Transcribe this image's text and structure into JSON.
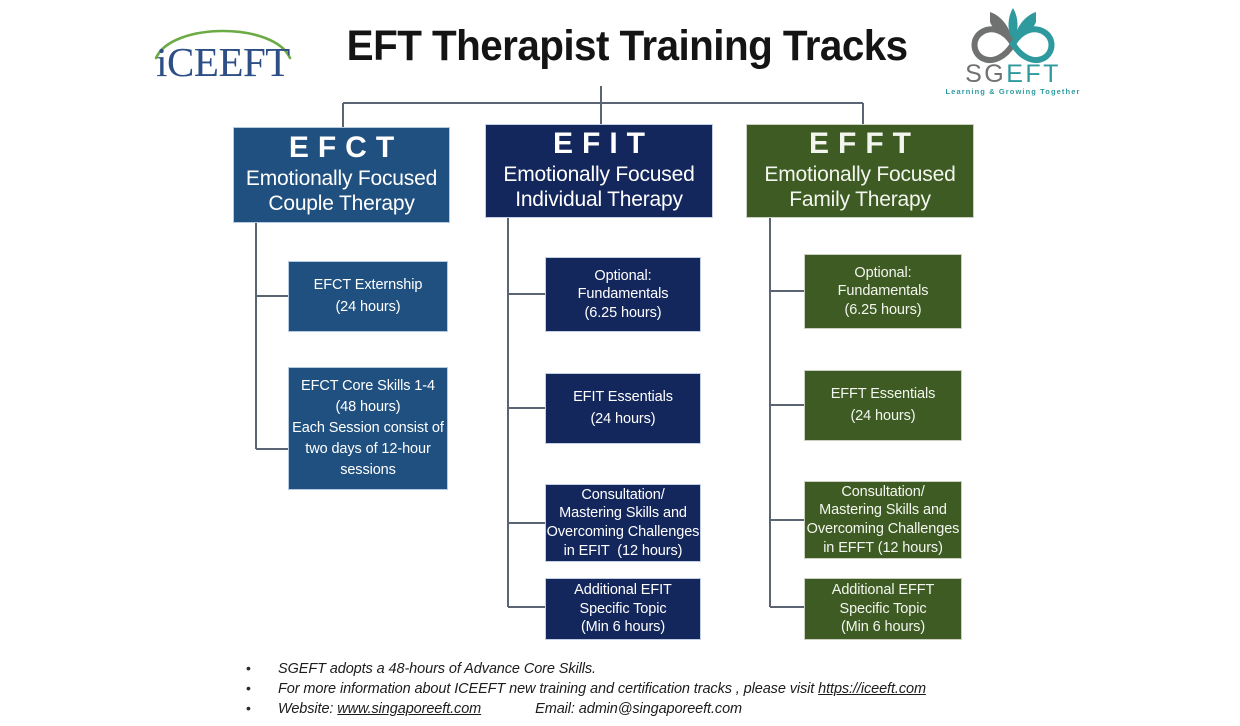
{
  "header": {
    "title": "EFT Therapist Training Tracks",
    "iceeft_logo": {
      "wordmark": "iCEEFT",
      "arc_color": "#6cab44",
      "text_color": "#2d4f86"
    },
    "sgeft_logo": {
      "word_sg": "SG",
      "word_eft": "EFT",
      "tagline": "Learning & Growing Together",
      "teal": "#2f9a9e",
      "gray": "#6f7271"
    }
  },
  "tracks": [
    {
      "id": "efct",
      "code": "EFCT",
      "name_line1": "Emotionally Focused",
      "name_line2": "Couple Therapy",
      "color": "#20507f",
      "border": "#b6cbe0",
      "steps": [
        {
          "lines": [
            "EFCT Externship",
            "(24 hours)"
          ]
        },
        {
          "lines": [
            "EFCT Core Skills 1-4",
            "(48 hours)",
            "Each Session consist of",
            "two days of 12-hour",
            "sessions"
          ]
        }
      ]
    },
    {
      "id": "efit",
      "code": "EFIT",
      "name_line1": "Emotionally Focused",
      "name_line2": "Individual Therapy",
      "color": "#14275c",
      "border": "#c3d0e4",
      "steps": [
        {
          "lines": [
            "Optional:",
            "Fundamentals",
            "(6.25 hours)"
          ]
        },
        {
          "lines": [
            "EFIT Essentials",
            "(24 hours)"
          ]
        },
        {
          "lines": [
            "Consultation/",
            "Mastering Skills and",
            "Overcoming Challenges",
            "in EFIT  (12 hours)"
          ]
        },
        {
          "lines": [
            "Additional EFIT",
            "Specific Topic",
            "(Min 6 hours)"
          ]
        }
      ]
    },
    {
      "id": "efft",
      "code": "EFFT",
      "name_line1": "Emotionally Focused",
      "name_line2": "Family Therapy",
      "color": "#3e5b23",
      "border": "#ccd0c2",
      "steps": [
        {
          "lines": [
            "Optional:",
            "Fundamentals",
            "(6.25 hours)"
          ]
        },
        {
          "lines": [
            "EFFT Essentials",
            "(24 hours)"
          ]
        },
        {
          "lines": [
            "Consultation/",
            "Mastering Skills and",
            "Overcoming Challenges",
            "in EFFT (12 hours)"
          ]
        },
        {
          "lines": [
            "Additional EFFT",
            "Specific Topic",
            "(Min 6 hours)"
          ]
        }
      ]
    }
  ],
  "footnotes": {
    "bullet": "•",
    "items": [
      {
        "text": "SGEFT adopts a 48-hours of Advance Core Skills."
      },
      {
        "pre": "For more information about ICEEFT new training and certification tracks , please visit ",
        "link": "https://iceeft.com",
        "post": ""
      },
      {
        "pre": "Website: ",
        "link": "www.singaporeeft.com",
        "post": "Email: admin@singaporeeft.com"
      }
    ]
  }
}
